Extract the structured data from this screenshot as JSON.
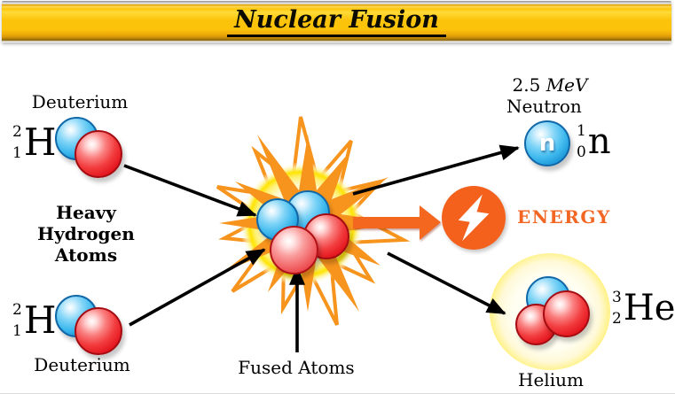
{
  "title": "Nuclear Fusion",
  "reactants": {
    "heading_lines": [
      "Heavy",
      "Hydrogen",
      "Atoms"
    ],
    "top": {
      "label": "Deuterium",
      "mass": "2",
      "atomic": "1",
      "symbol": "H"
    },
    "bottom": {
      "label": "Deuterium",
      "mass": "2",
      "atomic": "1",
      "symbol": "H"
    }
  },
  "fusion": {
    "label": "Fused Atoms"
  },
  "products": {
    "neutron": {
      "energy_value": "2.5",
      "energy_unit": "MeV",
      "name": "Neutron",
      "sphere_letter": "n",
      "mass": "1",
      "atomic": "0",
      "symbol": "n"
    },
    "energy": {
      "label": "ENERGY"
    },
    "helium": {
      "name": "Helium",
      "mass": "3",
      "atomic": "2",
      "symbol": "He"
    }
  },
  "colors": {
    "banner_gold": "#FCC30B",
    "starburst_orange": "#F7941D",
    "energy_orange": "#F4611D",
    "energy_text": "#F26522",
    "proton_red": "#EE1C25",
    "neutron_blue": "#3FB9EE",
    "glow_yellow": "#FFE400"
  }
}
